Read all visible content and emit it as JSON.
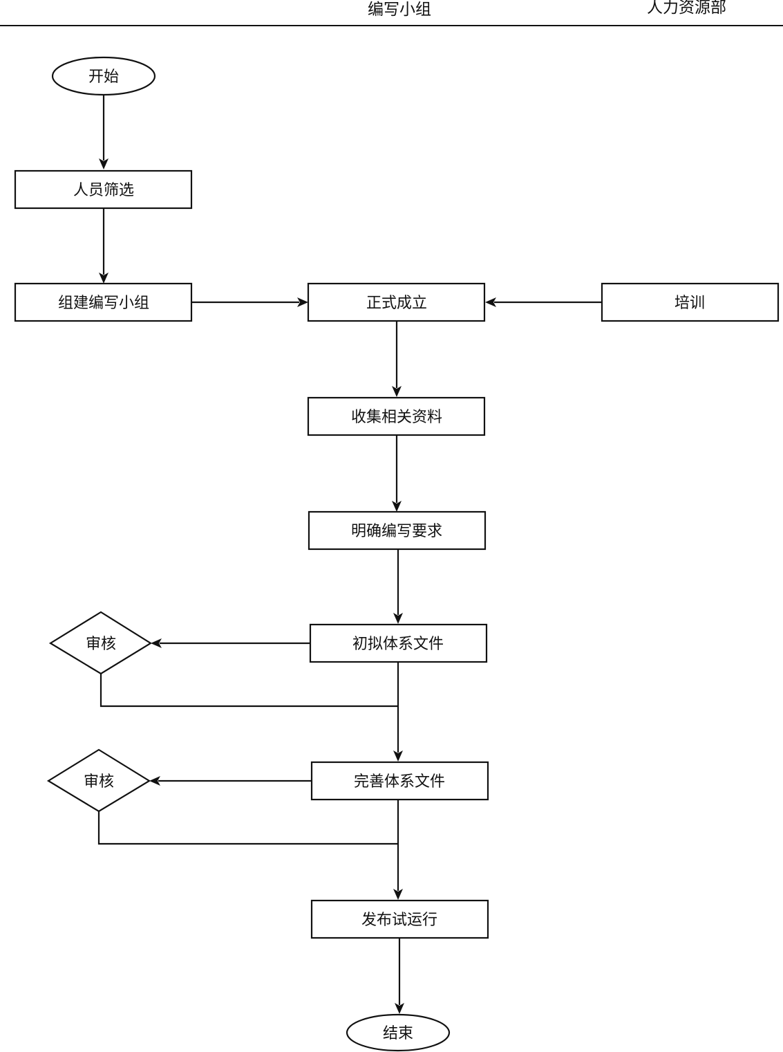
{
  "header": {
    "left_text": "",
    "center_text": "编写小组",
    "right_text": "人力资源部"
  },
  "nodes": {
    "start": "开始",
    "screening": "人员筛选",
    "form_group": "组建编写小组",
    "established": "正式成立",
    "training": "培训",
    "collect": "收集相关资料",
    "clarify": "明确编写要求",
    "draft": "初拟体系文件",
    "review1": "审核",
    "refine": "完善体系文件",
    "review2": "审核",
    "release": "发布试运行",
    "end": "结束"
  },
  "colors": {
    "line": "#111111",
    "background": "#ffffff"
  }
}
